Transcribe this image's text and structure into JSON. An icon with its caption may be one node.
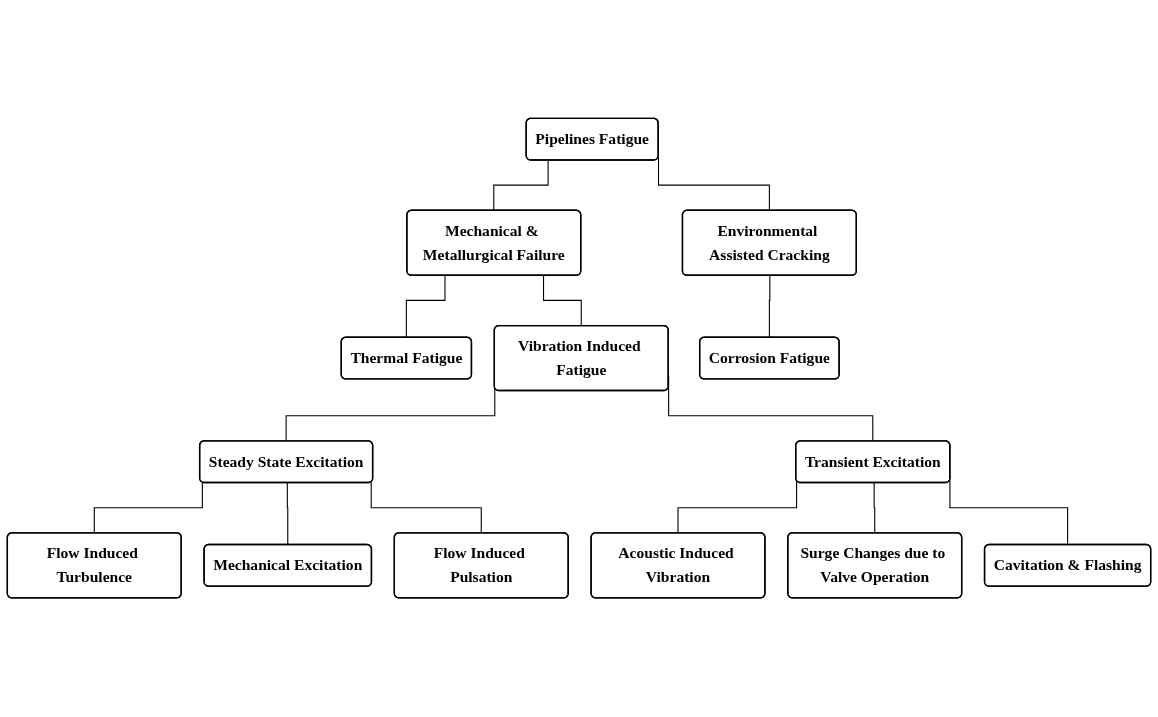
{
  "diagram": {
    "nodes": [
      {
        "text": [
          "Pipelines Fatigue"
        ]
      },
      {
        "text": [
          "Mechanical & Metallurgical Failure"
        ]
      },
      {
        "text": [
          "Environmental Assisted Cracking"
        ]
      },
      {
        "text": [
          "Thermal Fatigue"
        ]
      },
      {
        "text": [
          "Vibration Induced Fatigue"
        ]
      },
      {
        "text": [
          "Corrosion Fatigue"
        ]
      },
      {
        "text": [
          "Steady State Excitation"
        ]
      },
      {
        "text": [
          "Transient Excitation"
        ]
      },
      {
        "text": [
          "Flow Induced Turbulence"
        ]
      },
      {
        "text": [
          "Mechanical Excitation"
        ]
      },
      {
        "text": [
          "Flow Induced Pulsation"
        ]
      },
      {
        "text": [
          "Acoustic Induced Vibration"
        ]
      },
      {
        "text": [
          "Surge Changes due to Valve Operation"
        ]
      },
      {
        "text": [
          "Cavitation & Flashing"
        ]
      }
    ],
    "edges": [
      {
        "from": 0,
        "to": 1,
        "arrow": "none"
      },
      {
        "from": 0,
        "to": 2,
        "arrow": "none"
      },
      {
        "from": 1,
        "to": 3,
        "arrow": "none"
      },
      {
        "from": 1,
        "to": 4,
        "arrow": "none"
      },
      {
        "from": 2,
        "to": 5,
        "arrow": "none"
      },
      {
        "from": 4,
        "to": 6,
        "arrow": "none"
      },
      {
        "from": 4,
        "to": 7,
        "arrow": "none"
      },
      {
        "from": 6,
        "to": 8,
        "arrow": "none"
      },
      {
        "from": 6,
        "to": 9,
        "arrow": "none"
      },
      {
        "from": 6,
        "to": 10,
        "arrow": "none"
      },
      {
        "from": 7,
        "to": 11,
        "arrow": "none"
      },
      {
        "from": 7,
        "to": 12,
        "arrow": "none"
      },
      {
        "from": 7,
        "to": 13,
        "arrow": "none"
      }
    ]
  }
}
